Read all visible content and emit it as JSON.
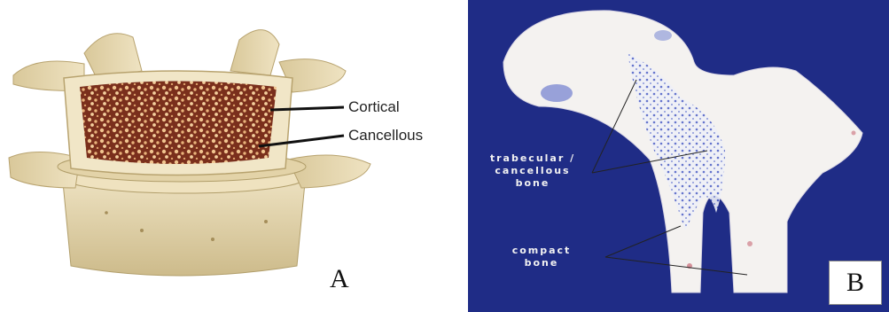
{
  "panel_a": {
    "labels": {
      "cortical": "Cortical",
      "cancellous": "Cancellous"
    },
    "panel_letter": "A",
    "colors": {
      "bone": "#e9dcb7",
      "bone_shadow": "#c7b684",
      "marrow": "#8a3b22",
      "cortex": "#f1e6c7"
    }
  },
  "panel_b": {
    "labels": {
      "trabecular_line1": "trabecular /",
      "trabecular_line2": "cancellous",
      "trabecular_line3": "bone",
      "compact_line1": "compact",
      "compact_line2": "bone"
    },
    "panel_letter": "B",
    "colors": {
      "background": "#1f2c86",
      "bone": "#f4f2f0",
      "stain_blue": "#4b5fc4",
      "stain_red": "#c05060"
    }
  }
}
